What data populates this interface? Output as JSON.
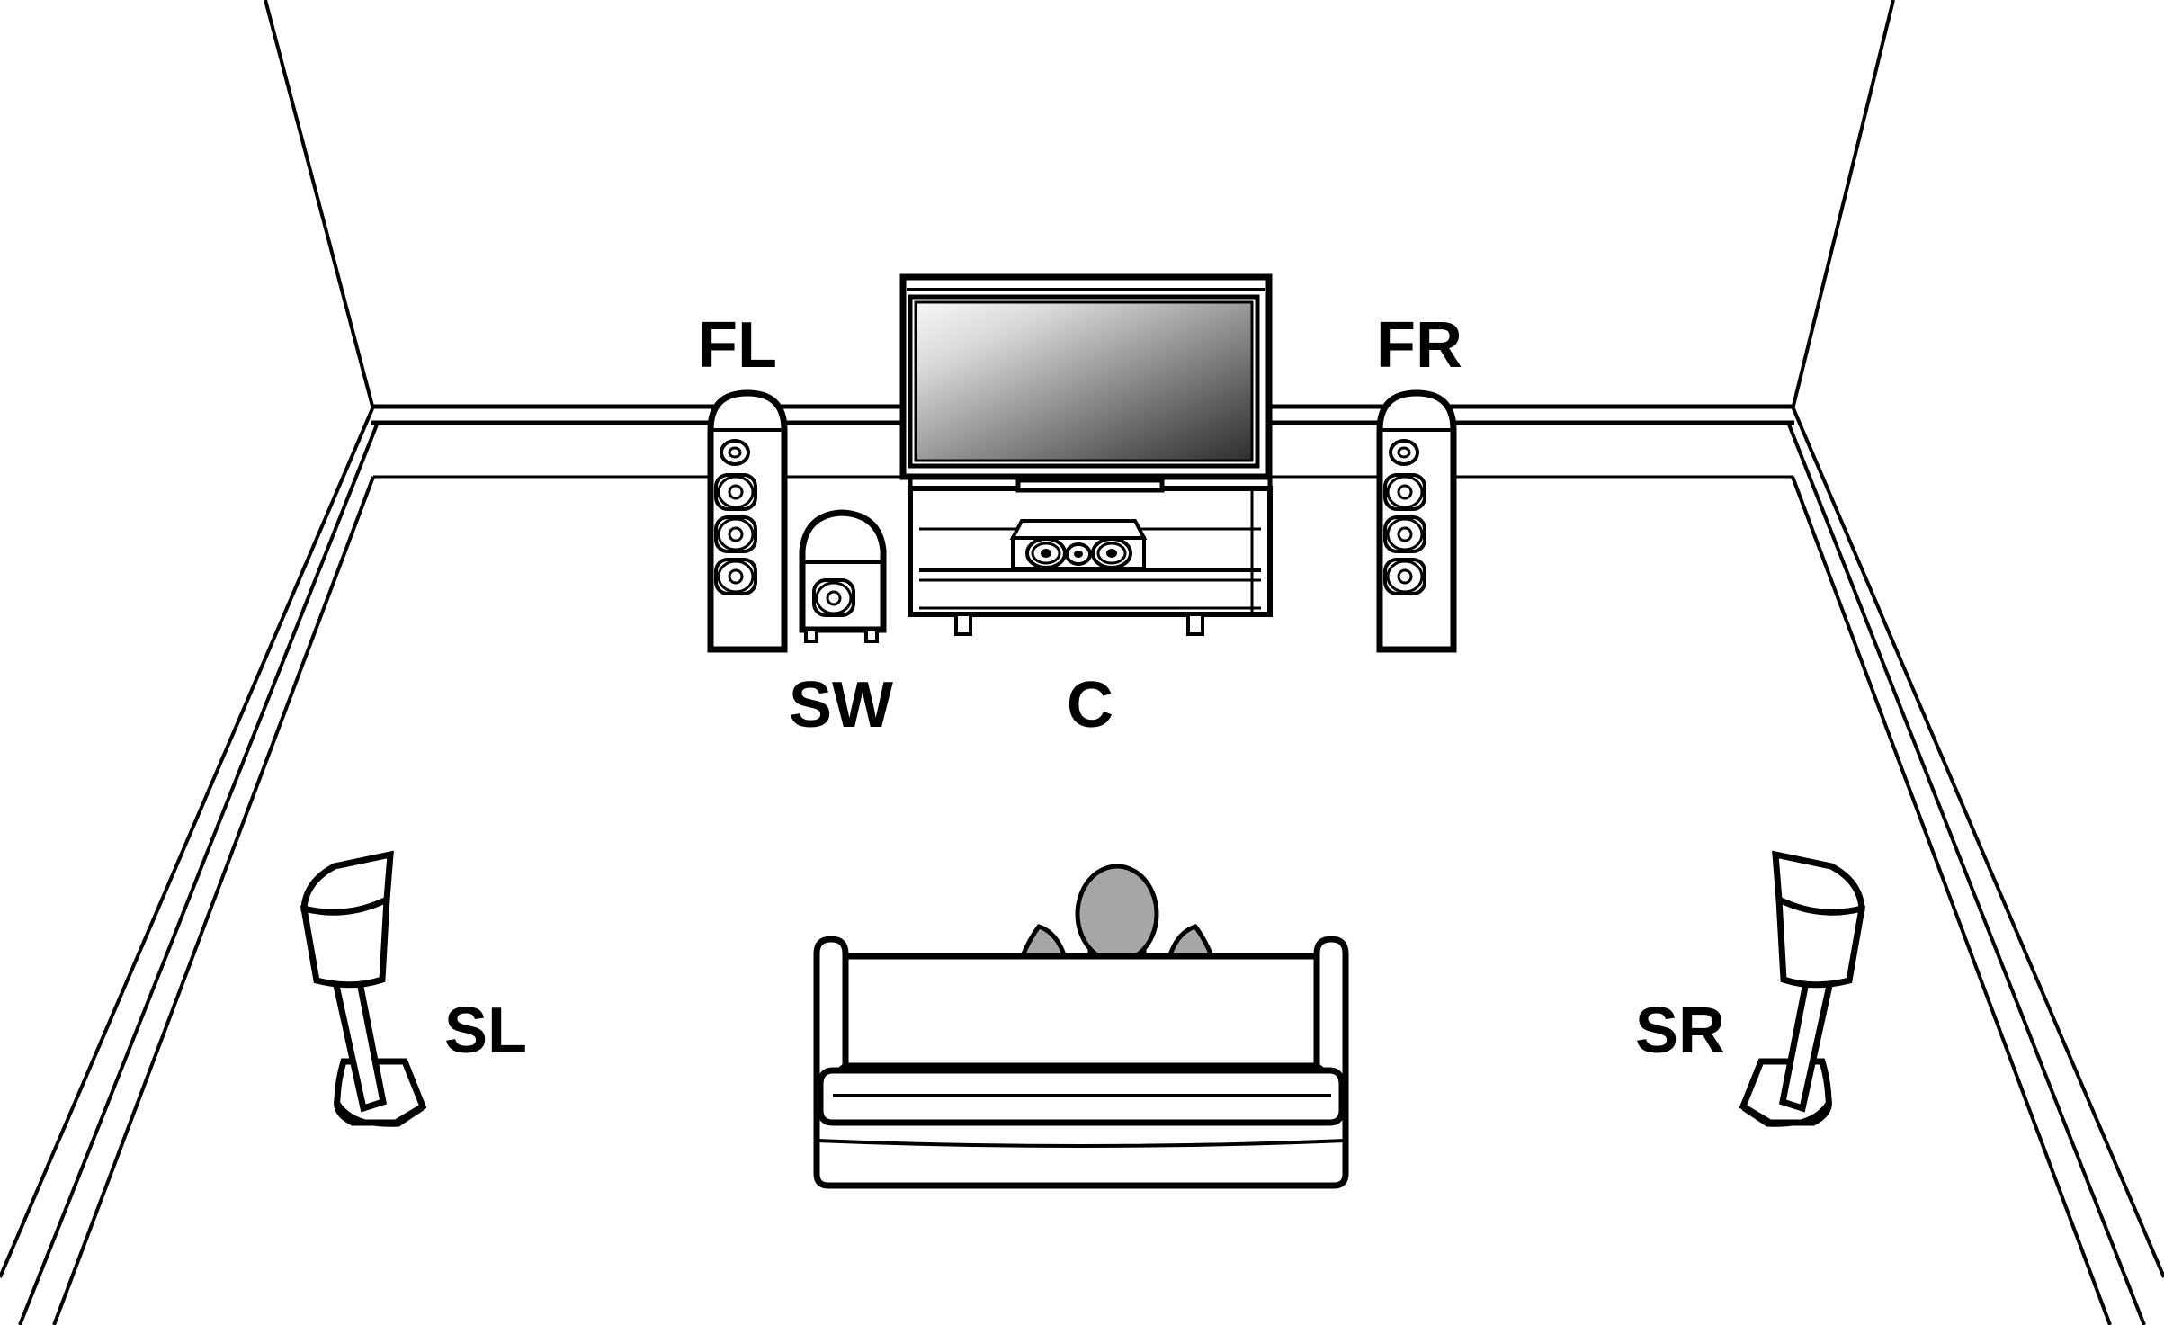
{
  "diagram": {
    "title": "5.1 Channel Home Theater Speaker Layout",
    "type": "speaker-placement-room-diagram",
    "view": "front-perspective-of-room-interior"
  },
  "colors": {
    "line": "#000000",
    "wall": "#ffffff",
    "floor": "#ffffff",
    "person": "#a6a6a6",
    "screen_light": "#f2f2f2",
    "screen_dark": "#333333"
  },
  "labels": {
    "front_left": "FL",
    "front_right": "FR",
    "center": "C",
    "subwoofer": "SW",
    "surround_left": "SL",
    "surround_right": "SR"
  },
  "speakers": [
    {
      "id": "fl",
      "label": "FL",
      "name": "front-left-speaker",
      "kind": "floorstanding-tower",
      "drivers": 4,
      "driver_layout": [
        "tweeter",
        "midrange",
        "woofer",
        "woofer"
      ],
      "position": "left of television against back wall"
    },
    {
      "id": "fr",
      "label": "FR",
      "name": "front-right-speaker",
      "kind": "floorstanding-tower",
      "drivers": 4,
      "driver_layout": [
        "tweeter",
        "midrange",
        "woofer",
        "woofer"
      ],
      "position": "right of television against back wall"
    },
    {
      "id": "c",
      "label": "C",
      "name": "center-speaker",
      "kind": "horizontal-center-channel",
      "drivers": 3,
      "driver_layout": [
        "woofer",
        "tweeter",
        "woofer"
      ],
      "position": "on the television stand shelf below the screen"
    },
    {
      "id": "sw",
      "label": "SW",
      "name": "subwoofer",
      "kind": "subwoofer-cabinet",
      "drivers": 1,
      "driver_layout": [
        "woofer"
      ],
      "position": "floor, between front left speaker and television stand"
    },
    {
      "id": "sl",
      "label": "SL",
      "name": "surround-left-speaker",
      "kind": "stand-mounted-satellite",
      "drivers": 0,
      "driver_layout": [],
      "position": "left side of room, beside the sofa"
    },
    {
      "id": "sr",
      "label": "SR",
      "name": "surround-right-speaker",
      "kind": "stand-mounted-satellite",
      "drivers": 0,
      "driver_layout": [],
      "position": "right side of room, beside the sofa"
    }
  ],
  "furniture": [
    {
      "id": "tv",
      "name": "television",
      "note": "flat panel with dark gradient screen on pedestal stand"
    },
    {
      "id": "tv-stand",
      "name": "television-stand",
      "note": "low cabinet with two shelves and four feet"
    },
    {
      "id": "sofa",
      "name": "sofa",
      "note": "two-seat couch facing the television"
    },
    {
      "id": "person",
      "name": "seated-person",
      "note": "grey silhouette seated in the sofa, back to viewer"
    }
  ],
  "room": {
    "name": "listening-room",
    "walls": [
      "left-wall",
      "back-wall",
      "right-wall"
    ],
    "has_baseboard": true,
    "has_ceiling": true
  }
}
